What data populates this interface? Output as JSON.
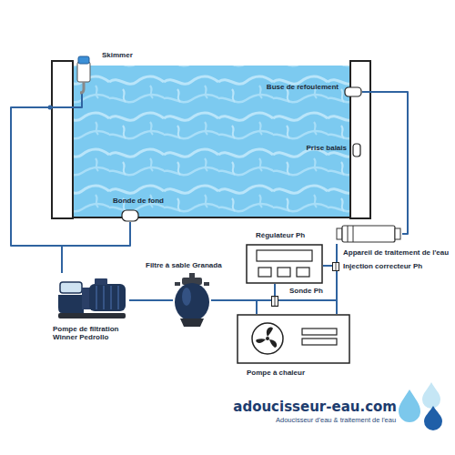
{
  "diagram": {
    "nodes": [
      {
        "text": [
          "Skimmer"
        ]
      },
      {
        "text": [
          "Buse de refoulement"
        ]
      },
      {
        "text": [
          "Prise balais"
        ]
      },
      {
        "text": [
          "Bonde de fond"
        ]
      },
      {
        "text": [
          "Appareil de traitement de l'eau"
        ]
      },
      {
        "text": [
          "Régulateur Ph"
        ]
      },
      {
        "text": [
          "Injection correcteur Ph"
        ]
      },
      {
        "text": [
          "Sonde Ph"
        ]
      },
      {
        "text": [
          "Filtre à sable Granada"
        ]
      },
      {
        "text": [
          "Pompe de filtration Winner Pedrollo"
        ]
      },
      {
        "text": [
          "Pompe à chaleur"
        ]
      }
    ],
    "edges": [
      {
        "from": 0,
        "to": 9,
        "arrow": "none"
      },
      {
        "from": 3,
        "to": 9,
        "arrow": "none"
      },
      {
        "from": 9,
        "to": 8,
        "arrow": "none"
      },
      {
        "from": 8,
        "to": 10,
        "arrow": "none"
      },
      {
        "from": 10,
        "to": 4,
        "arrow": "none"
      },
      {
        "from": 4,
        "to": 1,
        "arrow": "none"
      },
      {
        "from": 5,
        "to": 7,
        "arrow": "none"
      },
      {
        "from": 5,
        "to": 6,
        "arrow": "none"
      }
    ],
    "labels": [
      "adoucisseur-eau.com",
      "Adoucisseur d'eau & traitement de l'eau"
    ]
  }
}
